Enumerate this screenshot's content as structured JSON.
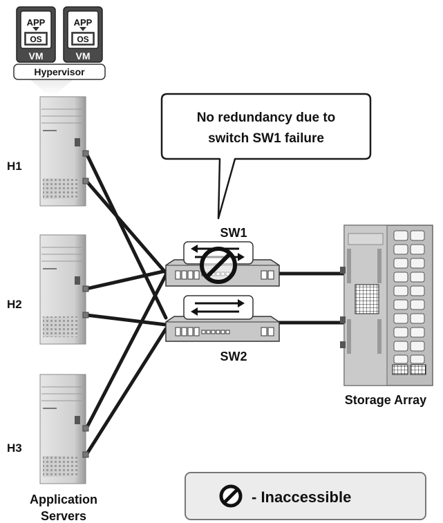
{
  "vm_stack": {
    "vm1": {
      "app": "APP",
      "os": "OS",
      "vm": "VM"
    },
    "vm2": {
      "app": "APP",
      "os": "OS",
      "vm": "VM"
    },
    "hypervisor": "Hypervisor"
  },
  "hosts": {
    "h1": "H1",
    "h2": "H2",
    "h3": "H3"
  },
  "servers_caption": {
    "line1": "Application",
    "line2": "Servers"
  },
  "callout": {
    "line1": "No redundancy due to",
    "line2": "switch SW1 failure"
  },
  "switches": {
    "sw1": "SW1",
    "sw2": "SW2"
  },
  "storage_label": "Storage Array",
  "legend": {
    "text": "- Inaccessible",
    "icon": "prohibited-icon"
  },
  "colors": {
    "server": "#d0d0d0",
    "switch": "#c8c8c8",
    "storage": "#bdbdbd",
    "cable": "#1a1a1a",
    "vm_dark": "#555555"
  }
}
